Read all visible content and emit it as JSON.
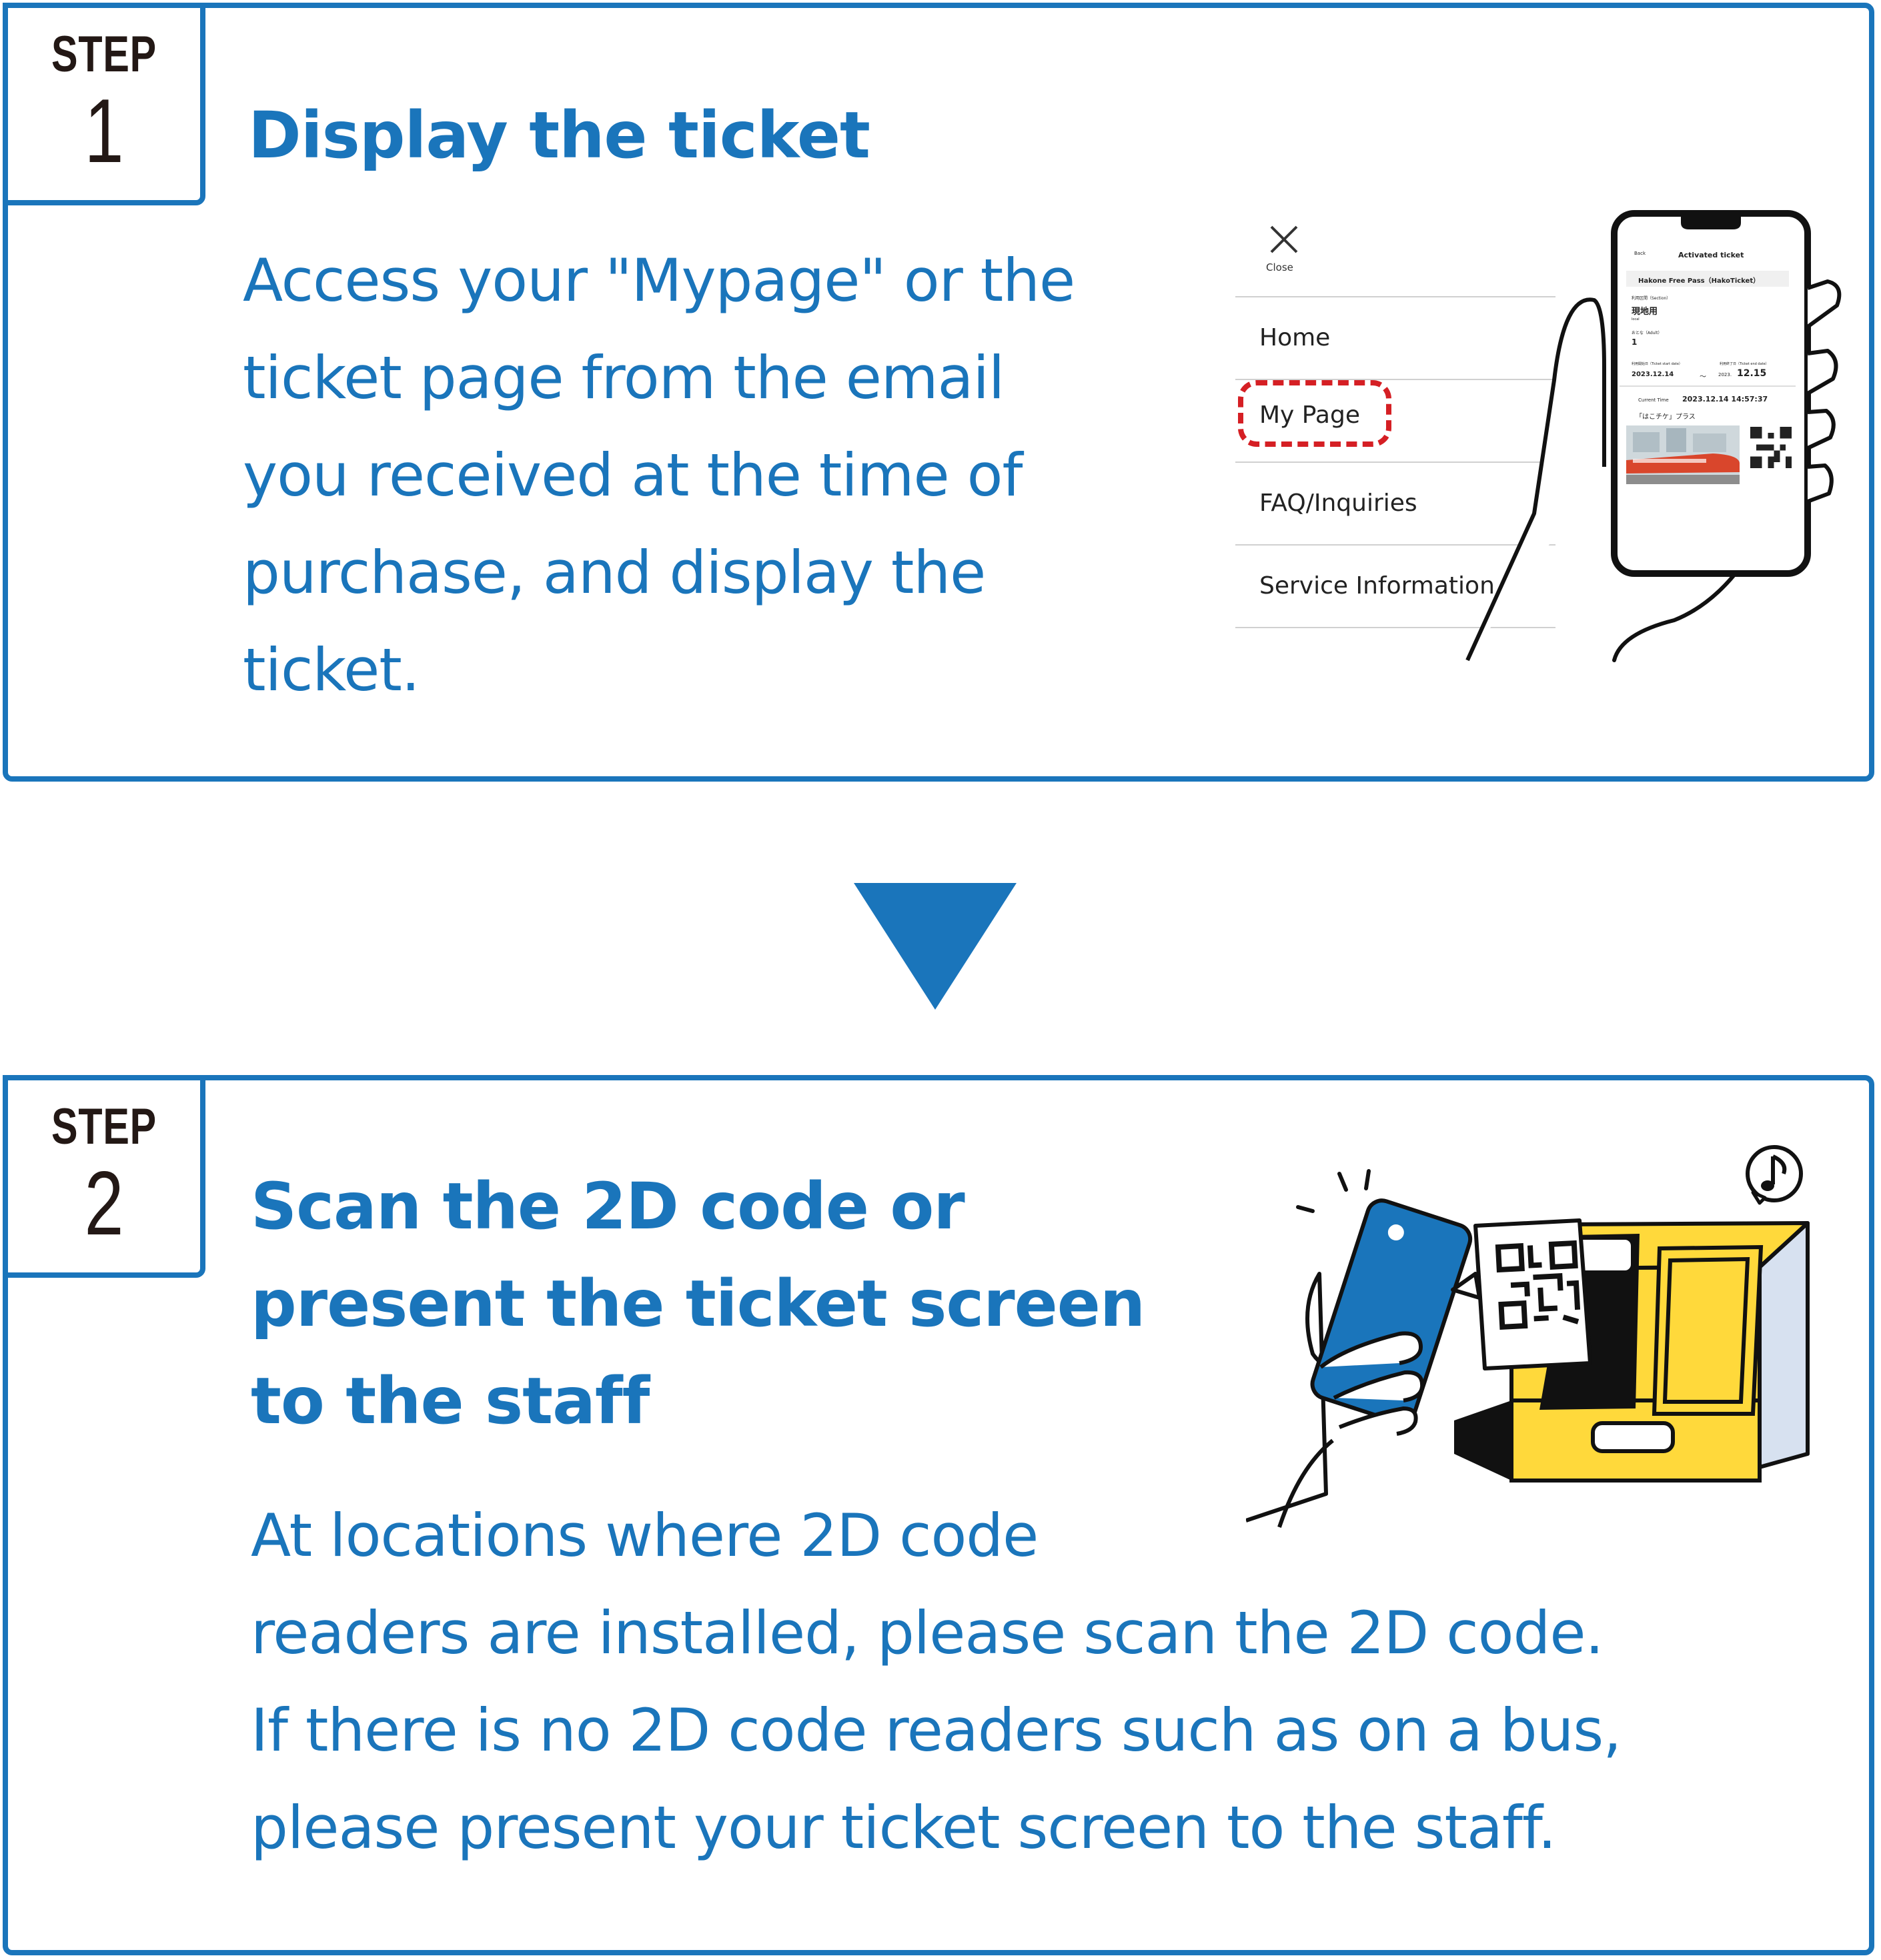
{
  "steps": [
    {
      "step_label": "STEP",
      "number": "1",
      "title": "Display the ticket",
      "description": "Access your \"Mypage\" or the\nticket page from the email\nyou received at the time of\npurchase, and display the\nticket."
    },
    {
      "step_label": "STEP",
      "number": "2",
      "title": "Scan the 2D code or\npresent the ticket screen\nto the staff",
      "description": "At locations where 2D code\nreaders are installed, please scan the 2D code.\nIf there is no 2D code readers such as on a bus,\nplease present your ticket screen to the staff."
    }
  ],
  "menu": {
    "close_label": "Close",
    "items": [
      "Home",
      "My Page",
      "FAQ/Inquiries",
      "Service Information"
    ],
    "highlighted_item": "My Page"
  },
  "ticket_screen": {
    "back_label": "Back",
    "header": "Activated ticket",
    "ticket_name": "Hakone Free Pass（HakoTicket）",
    "section_label": "利用区間（Section）",
    "section_value": "現地用",
    "local_label": "local",
    "adult_label": "おとな（Adult）",
    "adult_count": "1",
    "start_label": "利用開始日（Ticket start date）",
    "end_label": "利用終了日（Ticket end date）",
    "start_date": "2023.12.14",
    "tilde": "～",
    "end_year": "2023.",
    "end_date": "12.15",
    "current_time_label": "Current Time",
    "current_time": "2023.12.14 14:57:37",
    "plus_label": "「はこチケ」プラス"
  },
  "colors": {
    "primary": "#1a75bb",
    "text_dark": "#231815",
    "highlight": "#d51f24",
    "reader_yellow": "#ffd93b",
    "reader_side": "#d7e1f0"
  },
  "icons": [
    "close-icon",
    "down-arrow-icon",
    "music-note-icon"
  ]
}
